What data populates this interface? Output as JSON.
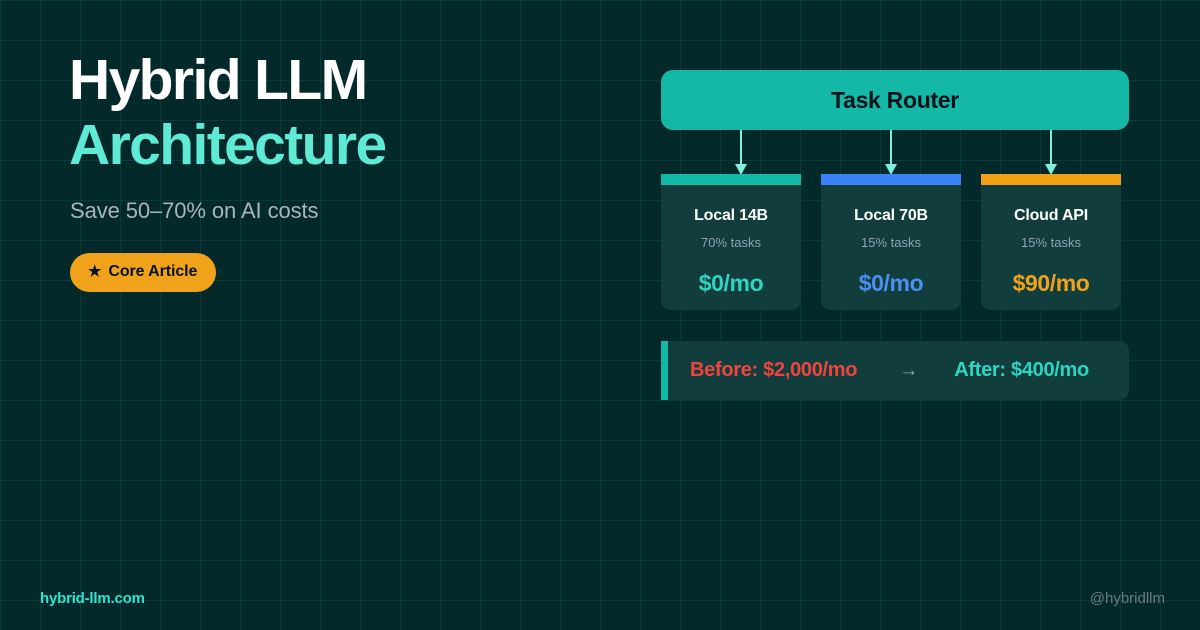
{
  "hero": {
    "title_line1": "Hybrid LLM",
    "title_line2": "Architecture",
    "subtitle": "Save 50–70% on AI costs",
    "badge": {
      "icon": "star-icon",
      "glyph": "★",
      "label": "Core Article",
      "background": "#f0a31a",
      "text_color": "#08121a"
    }
  },
  "diagram": {
    "router": {
      "label": "Task Router",
      "background": "#14b8a6",
      "text_color": "#04121a"
    },
    "connector_color": "#7ff0dd",
    "tiers": [
      {
        "name": "Local 14B",
        "share": "70% tasks",
        "cost": "$0/mo",
        "accent": "#14b8a6",
        "cost_color": "#2dd4bf"
      },
      {
        "name": "Local 70B",
        "share": "15% tasks",
        "cost": "$0/mo",
        "accent": "#3b82f6",
        "cost_color": "#4a90f0"
      },
      {
        "name": "Cloud API",
        "share": "15% tasks",
        "cost": "$90/mo",
        "accent": "#f0a012",
        "cost_color": "#f0a31a"
      }
    ]
  },
  "comparison": {
    "before": "Before: $2,000/mo",
    "arrow": "→",
    "after": "After: $400/mo",
    "before_color": "#f0453f",
    "after_color": "#2dd4bf",
    "accent_color": "#14b8a6"
  },
  "footer": {
    "site": "hybrid-llm.com",
    "handle": "@hybridllm"
  },
  "theme": {
    "background": "#04292a",
    "grid_line": "rgba(45,212,191,0.10)",
    "card_background": "#113d3c"
  }
}
